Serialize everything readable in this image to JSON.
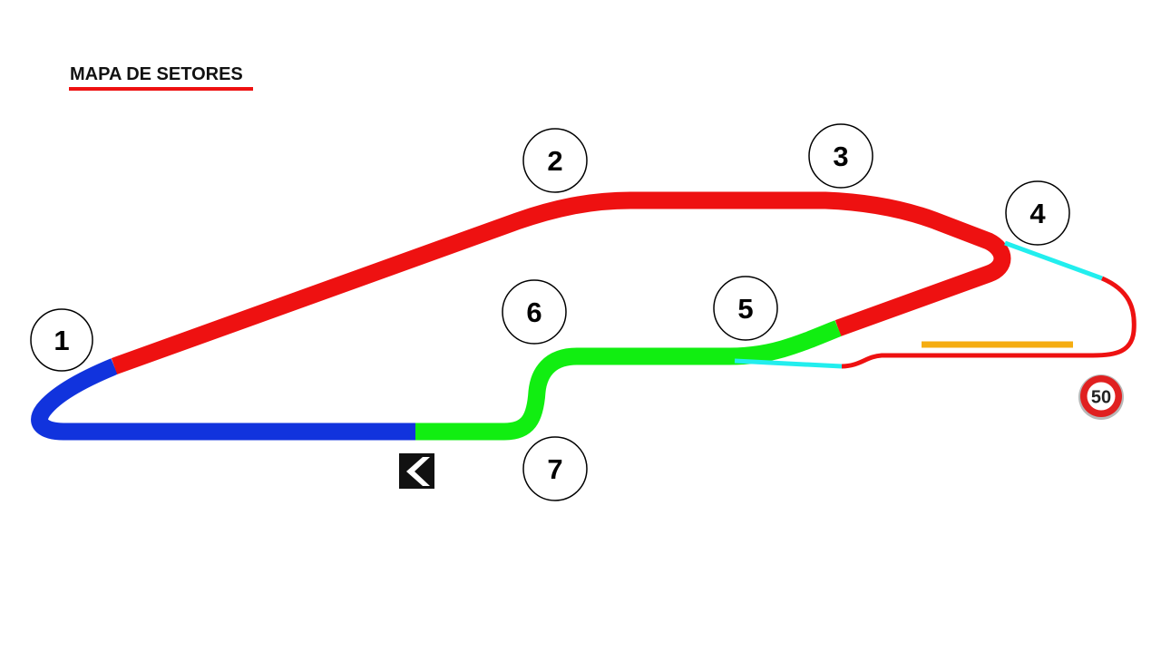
{
  "page": {
    "title": "MAPA DE SETORES"
  },
  "colors": {
    "title_underline": "#ee1111",
    "sector_red": "#ee1111",
    "sector_blue": "#1133dd",
    "sector_green": "#11ee11",
    "pit_lane_cyan": "#22eeee",
    "marker_orange": "#f5ad11",
    "label_circle_stroke": "#000000"
  },
  "track": {
    "segments": [
      {
        "id": "blue",
        "color_key": "sector_blue"
      },
      {
        "id": "red-main",
        "color_key": "sector_red"
      },
      {
        "id": "green",
        "color_key": "sector_green"
      },
      {
        "id": "pit-cyan-top",
        "color_key": "pit_lane_cyan"
      },
      {
        "id": "pit-cyan-bottom",
        "color_key": "pit_lane_cyan"
      },
      {
        "id": "pit-red",
        "color_key": "sector_red"
      }
    ]
  },
  "sector_labels": [
    "1",
    "2",
    "3",
    "4",
    "5",
    "6",
    "7"
  ],
  "speed_limit": {
    "value": "50",
    "icon": "speed-limit-sign-icon"
  },
  "start_marker": {
    "icon": "chevron-left-icon"
  },
  "pit_marker": {
    "icon": "orange-line-marker"
  }
}
